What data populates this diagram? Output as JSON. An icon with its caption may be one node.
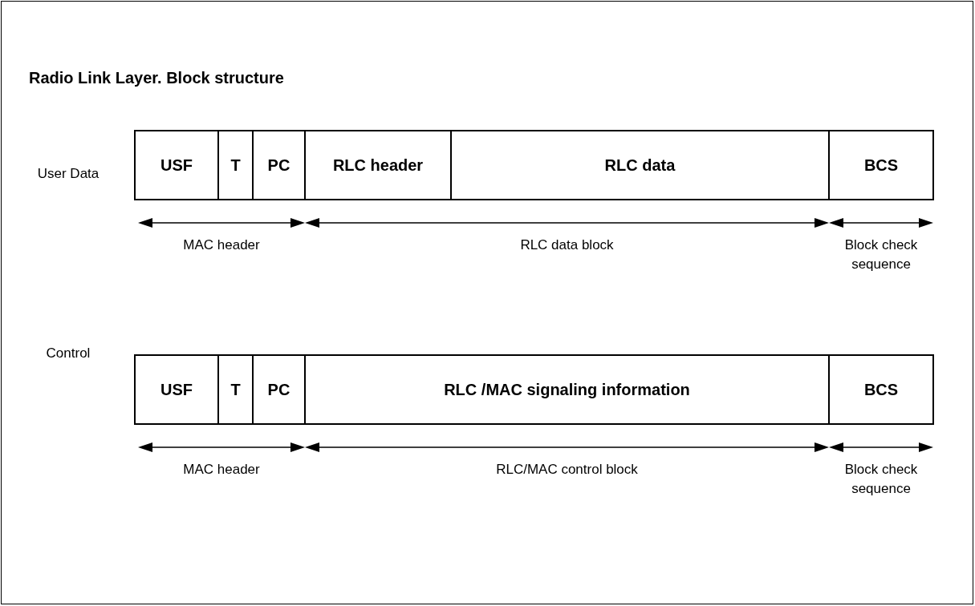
{
  "diagram": {
    "title": "Radio Link Layer. Block structure",
    "nodes": [
      {
        "text": [
          "USF"
        ]
      },
      {
        "text": [
          "T"
        ]
      },
      {
        "text": [
          "PC"
        ]
      },
      {
        "text": [
          "RLC header"
        ]
      },
      {
        "text": [
          "RLC data"
        ]
      },
      {
        "text": [
          "BCS"
        ]
      },
      {
        "text": [
          "USF"
        ]
      },
      {
        "text": [
          "T"
        ]
      },
      {
        "text": [
          "PC"
        ]
      },
      {
        "text": [
          "RLC /MAC signaling information"
        ]
      },
      {
        "text": [
          "BCS"
        ]
      }
    ],
    "edges": [],
    "labels": [
      "User Data",
      "MAC header",
      "RLC data block",
      "Block check sequence",
      "Control",
      "MAC header",
      "RLC/MAC control block",
      "Block check sequence"
    ]
  }
}
